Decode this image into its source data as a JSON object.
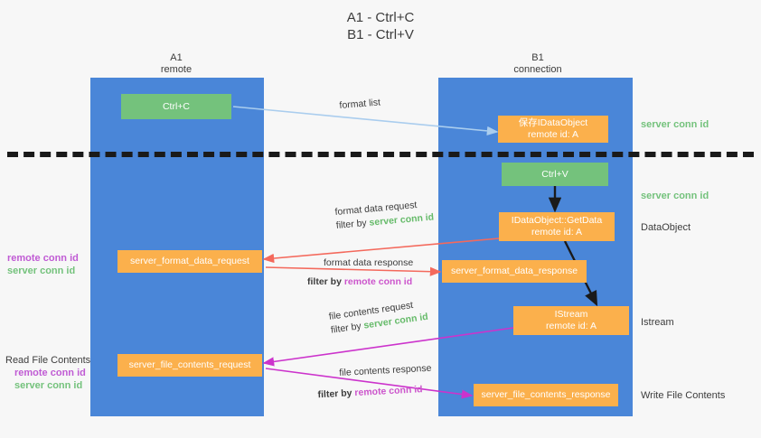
{
  "title": {
    "line1": "A1 - Ctrl+C",
    "line2": "B1 - Ctrl+V"
  },
  "columns": [
    {
      "name": "A1",
      "role": "remote"
    },
    {
      "name": "B1",
      "role": "connection"
    }
  ],
  "colors": {
    "lane": "#4a86d8",
    "box_green": "#74c27c",
    "box_orange": "#fbb04c",
    "server_conn": "#66bb6a",
    "remote_conn": "#cc55cc",
    "arrow_blue": "#aacdee",
    "arrow_red": "#f4695c",
    "arrow_magenta": "#cc33cc",
    "arrow_dark": "#1a1a1a",
    "divider": "#1a1a1a",
    "background": "#f7f7f7",
    "text": "#3c3c3c"
  },
  "nodes": {
    "ctrl_c": {
      "label": "Ctrl+C",
      "color": "green",
      "lane": "A1"
    },
    "save_idataobject": {
      "line1": "保存IDataObject",
      "line2": "remote id: A",
      "color": "orange",
      "lane": "B1"
    },
    "ctrl_v": {
      "label": "Ctrl+V",
      "color": "green",
      "lane": "B1"
    },
    "getdata": {
      "line1": "IDataObject::GetData",
      "line2": "remote id: A",
      "color": "orange",
      "lane": "B1"
    },
    "server_format_data_request": {
      "label": "server_format_data_request",
      "color": "orange",
      "lane": "A1"
    },
    "server_format_data_response": {
      "label": "server_format_data_response",
      "color": "orange",
      "lane": "B1"
    },
    "istream": {
      "line1": "IStream",
      "line2": "remote id: A",
      "color": "orange",
      "lane": "B1"
    },
    "server_file_contents_request": {
      "label": "server_file_contents_request",
      "color": "orange",
      "lane": "A1"
    },
    "server_file_contents_response": {
      "label": "server_file_contents_response",
      "color": "orange",
      "lane": "B1"
    }
  },
  "edge_labels": {
    "format_list": {
      "text": "format list"
    },
    "format_data_request": {
      "line1": "format data request",
      "prefix": "filter by ",
      "emphasis": "server conn id",
      "emphasis_color": "server_conn"
    },
    "format_data_response": {
      "line1": "format data response",
      "prefix": "filter by ",
      "emphasis": "remote conn id",
      "emphasis_color": "remote_conn"
    },
    "file_contents_request": {
      "line1": "file contents request",
      "prefix": "filter by ",
      "emphasis": "server conn id",
      "emphasis_color": "server_conn"
    },
    "file_contents_response": {
      "line1": "file contents response",
      "prefix": "filter by ",
      "emphasis": "remote conn id",
      "emphasis_color": "remote_conn"
    }
  },
  "right_annotations": [
    {
      "text": "server conn id",
      "style": "green"
    },
    {
      "text": "server conn id",
      "style": "green"
    },
    {
      "text": "DataObject",
      "style": "plain"
    },
    {
      "text": "Istream",
      "style": "plain"
    },
    {
      "text": "Write File Contents",
      "style": "plain"
    }
  ],
  "left_annotations": {
    "group1": [
      {
        "text": "remote conn id",
        "style": "purple"
      },
      {
        "text": "server conn id",
        "style": "green"
      }
    ],
    "group2_heading": {
      "text": "Read File Contents",
      "style": "plain"
    },
    "group2": [
      {
        "text": "remote conn id",
        "style": "purple"
      },
      {
        "text": "server conn id",
        "style": "green"
      }
    ]
  }
}
